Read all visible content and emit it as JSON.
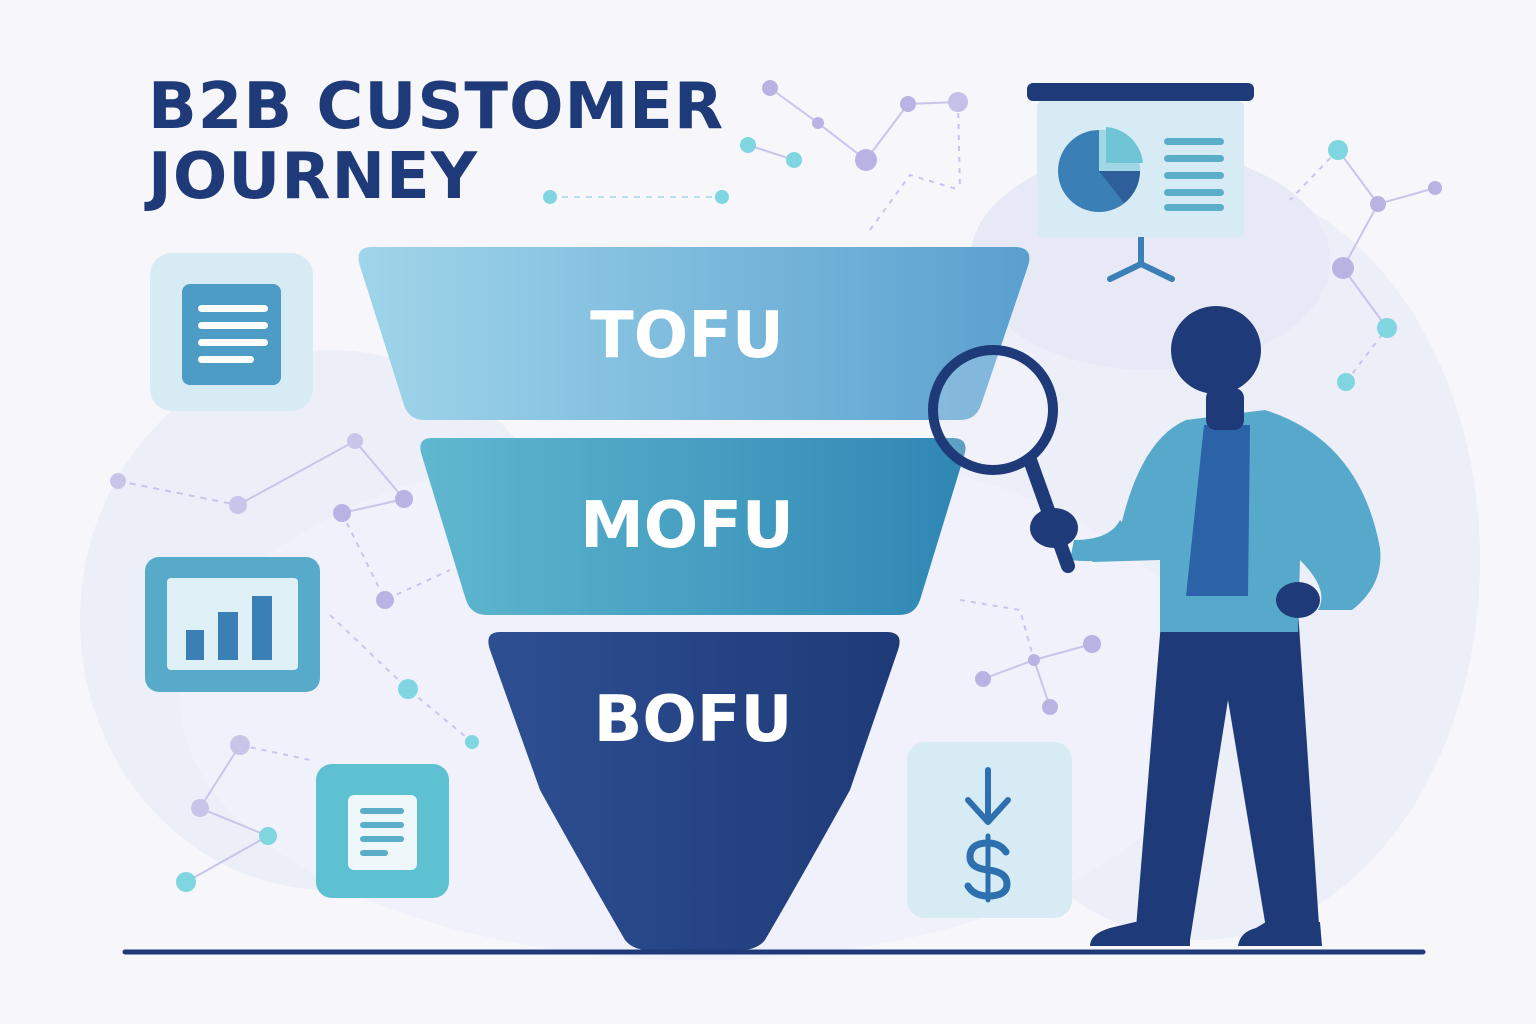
{
  "title": {
    "line1": "B2B CUSTOMER",
    "line2": "JOURNEY"
  },
  "funnel": {
    "stages": [
      {
        "label": "TOFU",
        "color_from": "#9fd5ea",
        "color_to": "#5aa0cf"
      },
      {
        "label": "MOFU",
        "color_from": "#5fb8cf",
        "color_to": "#2f86b4"
      },
      {
        "label": "BOFU",
        "color_from": "#2d4f92",
        "color_to": "#1f3a78"
      }
    ]
  },
  "icons": {
    "left": [
      "document-icon",
      "bar-chart-icon",
      "report-icon"
    ],
    "right": [
      "presentation-board-icon",
      "pie-chart-icon",
      "cost-down-dollar-icon"
    ]
  },
  "colors": {
    "navy": "#1f3a78",
    "teal": "#5bc6d3",
    "lavender": "#b9b3e3",
    "tile": "#d9eef5",
    "background": "#f6f6fb"
  }
}
